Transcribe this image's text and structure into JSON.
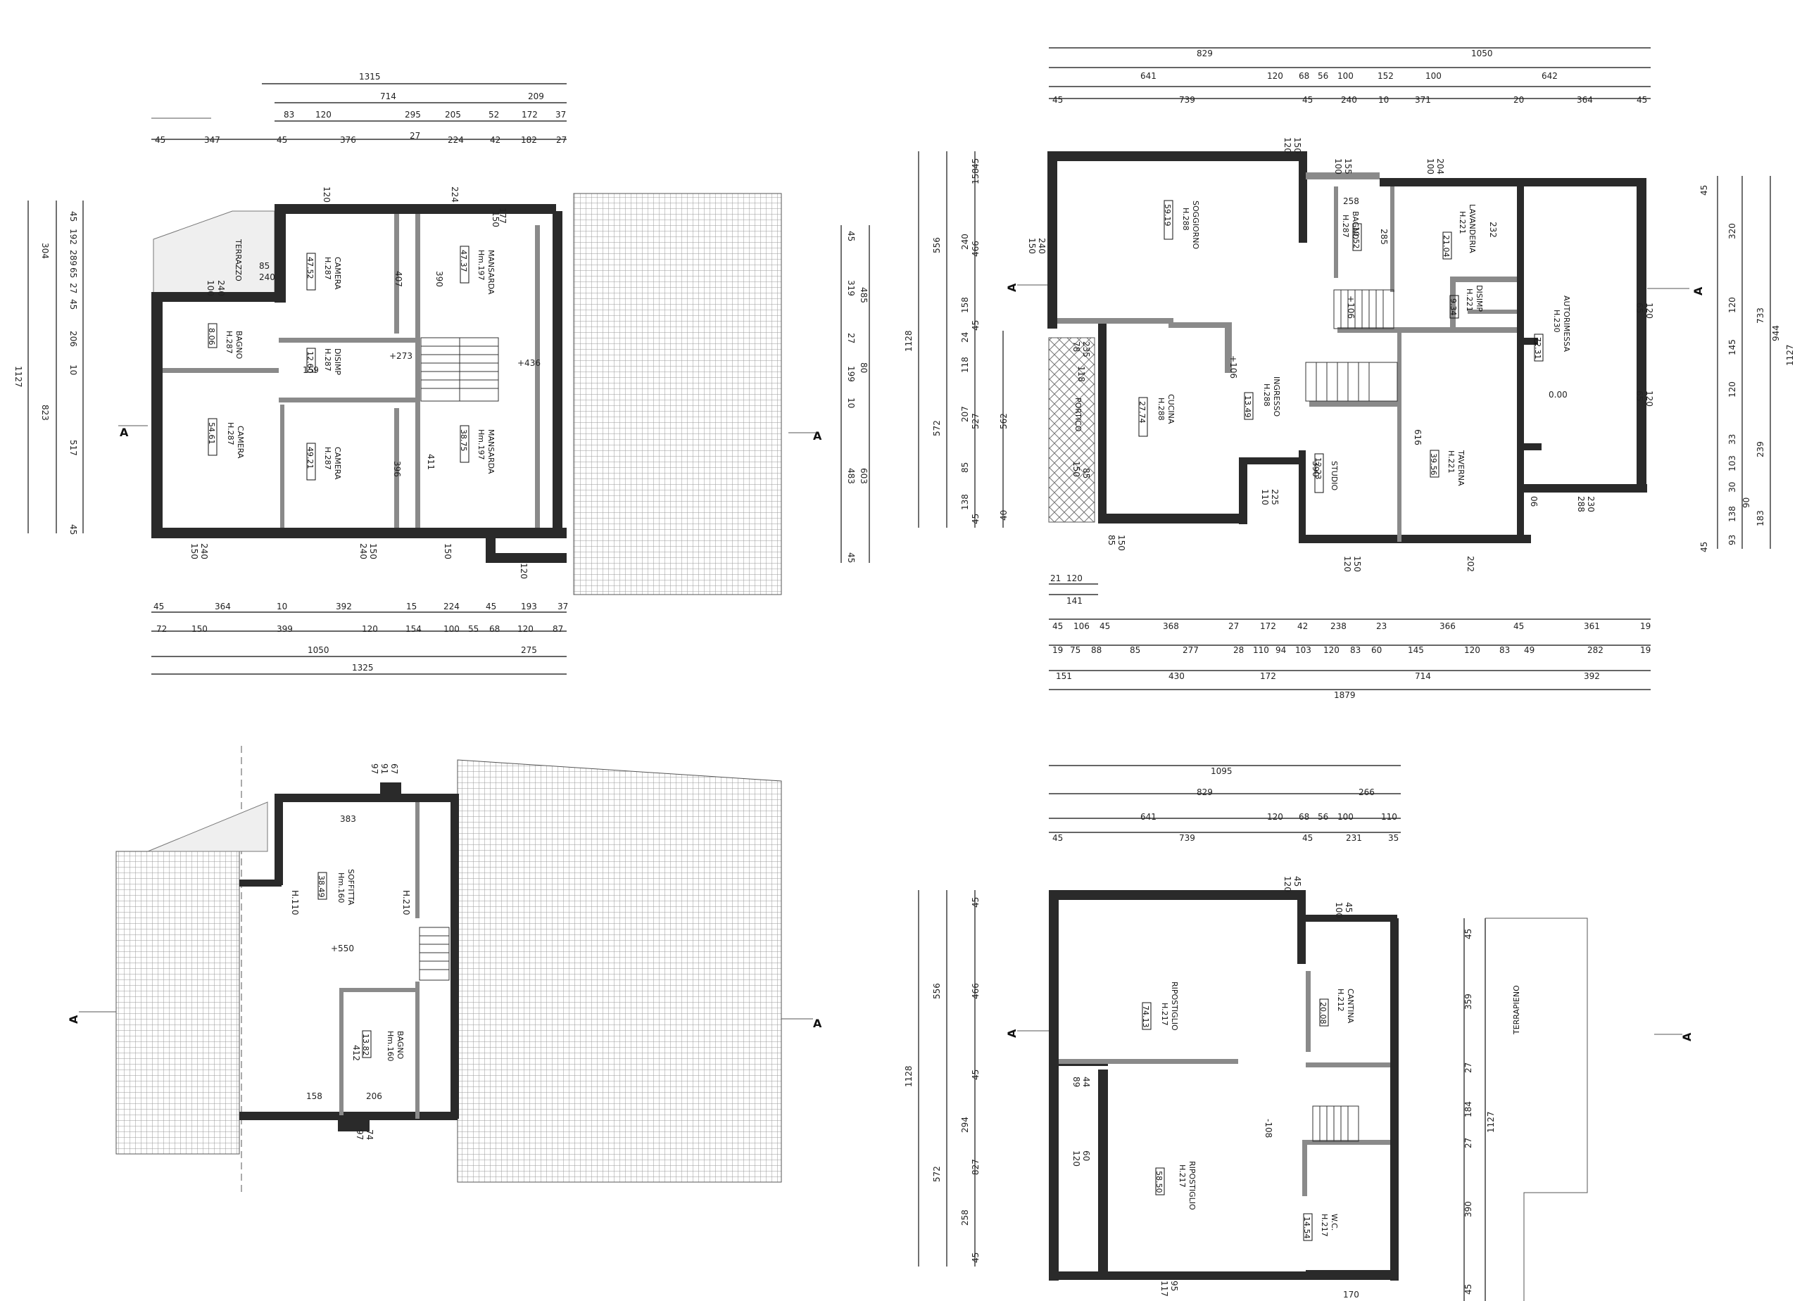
{
  "colors": {
    "wall": "#2a2a2a",
    "line": "#333333",
    "roof": "#9a9a9a"
  },
  "section_marker": "A",
  "plan_top_left": {
    "dims_top": {
      "overall": "1315",
      "row1": [
        "714",
        "209"
      ],
      "row2": [
        "83",
        "120",
        "295",
        "205",
        "52",
        "172",
        "37"
      ],
      "row3": [
        "45",
        "347",
        "45",
        "376",
        "27",
        "224",
        "42",
        "182",
        "27"
      ]
    },
    "dims_left": [
      "45",
      "192",
      "289",
      "65",
      "27",
      "304",
      "45",
      "206",
      "10",
      "823",
      "517",
      "45",
      "1127"
    ],
    "dims_right": [
      "45",
      "319",
      "485",
      "27",
      "80",
      "199",
      "10",
      "483",
      "603",
      "45"
    ],
    "dims_bottom": {
      "row1": [
        "45",
        "364",
        "10",
        "392",
        "15",
        "224",
        "45",
        "193",
        "37"
      ],
      "row2": [
        "72",
        "150",
        "399",
        "120",
        "154",
        "100",
        "55",
        "68",
        "120",
        "87"
      ],
      "row3": [
        "1050",
        "275"
      ],
      "overall": "1325"
    },
    "rooms": [
      {
        "name": "TERRAZZO",
        "h": "",
        "area": ""
      },
      {
        "name": "BAGNO",
        "h": "H.287",
        "area": "8.06"
      },
      {
        "name": "CAMERA",
        "h": "H.287",
        "area": "54.61"
      },
      {
        "name": "CAMERA",
        "h": "H.287",
        "area": "47.52"
      },
      {
        "name": "DISIMP",
        "h": "H.287",
        "area": "12.60"
      },
      {
        "name": "CAMERA",
        "h": "H.287",
        "area": "49.21"
      },
      {
        "name": "MANSARDA",
        "h": "Hm.197",
        "area": "47.37"
      },
      {
        "name": "MANSARDA",
        "h": "Hm.197",
        "area": "38.75"
      }
    ],
    "labels": [
      "85",
      "240",
      "100",
      "240",
      "120",
      "407",
      "390",
      "150",
      "224",
      "177",
      "159",
      "+273",
      "+436",
      "411",
      "396",
      "150",
      "240",
      "240",
      "150",
      "150",
      "120"
    ]
  },
  "plan_top_right": {
    "dims_top": {
      "overall": "1050",
      "row1": [
        "829"
      ],
      "row2": [
        "641",
        "120",
        "68",
        "56",
        "100",
        "152",
        "100",
        "642"
      ],
      "row3": [
        "45",
        "739",
        "45",
        "240",
        "10",
        "371",
        "20",
        "364",
        "45"
      ]
    },
    "dims_left": [
      "45",
      "158",
      "556",
      "240",
      "466",
      "158",
      "45",
      "1128",
      "24",
      "118",
      "572",
      "207",
      "527",
      "562",
      "85",
      "138",
      "45",
      "40"
    ],
    "dims_right": [
      "45",
      "320",
      "733",
      "120",
      "944",
      "145",
      "1127",
      "120",
      "239",
      "33",
      "103",
      "30",
      "90",
      "138",
      "93",
      "45",
      "183"
    ],
    "dims_bottom": {
      "row1": [
        "45",
        "106",
        "45",
        "368",
        "27",
        "172",
        "42",
        "238",
        "23",
        "366",
        "45",
        "361",
        "19"
      ],
      "row2": [
        "19",
        "75",
        "88",
        "85",
        "277",
        "28",
        "110",
        "94",
        "103",
        "120",
        "83",
        "60",
        "145",
        "120",
        "83",
        "49",
        "282",
        "19"
      ],
      "row3": [
        "151",
        "430",
        "172",
        "714",
        "392"
      ],
      "overall": "1879",
      "small": [
        "120",
        "21",
        "141"
      ]
    },
    "rooms": [
      {
        "name": "SOGGIORNO",
        "h": "H.288",
        "area": "59.19"
      },
      {
        "name": "BAGNO",
        "h": "H.287",
        "area": "10.52"
      },
      {
        "name": "LAVANDERIA",
        "h": "H.221",
        "area": "21.04"
      },
      {
        "name": "DISIMP",
        "h": "H.221",
        "area": "9.34"
      },
      {
        "name": "AUTORIMESSA",
        "h": "H.230",
        "area": "72.31"
      },
      {
        "name": "CUCINA",
        "h": "H.288",
        "area": "27.74"
      },
      {
        "name": "INGRESSO",
        "h": "H.288",
        "area": "13.49"
      },
      {
        "name": "STUDIO",
        "h": "",
        "area": "12.23"
      },
      {
        "name": "TAVERNA",
        "h": "H.221",
        "area": "39.56"
      },
      {
        "name": "PORTICO",
        "h": "",
        "area": ""
      }
    ],
    "labels": [
      "120",
      "150",
      "100",
      "155",
      "100",
      "204",
      "258",
      "285",
      "232",
      "+106",
      "150",
      "240",
      "78",
      "235",
      "118",
      "+106",
      "390",
      "616",
      "150",
      "85",
      "110",
      "225",
      "85",
      "150",
      "120",
      "150",
      "202",
      "06",
      "0.00",
      "288",
      "230",
      "65",
      "120",
      "65",
      "120"
    ]
  },
  "plan_bottom_left": {
    "rooms": [
      {
        "name": "SOFFITTA",
        "h": "Hm.160",
        "area": "38.49"
      },
      {
        "name": "BAGNO",
        "h": "Hm.160",
        "area": "13.82"
      }
    ],
    "labels": [
      "97",
      "91",
      "67",
      "383",
      "H.110",
      "H.210",
      "+550",
      "158",
      "206",
      "412",
      "97",
      "74"
    ]
  },
  "plan_bottom_right": {
    "dims_top": {
      "overall": "1095",
      "row1": [
        "829",
        "266"
      ],
      "row2": [
        "641",
        "120",
        "68",
        "56",
        "100",
        "110"
      ],
      "row3": [
        "45",
        "739",
        "45",
        "231",
        "35"
      ]
    },
    "dims_left": [
      "45",
      "556",
      "466",
      "45",
      "1128",
      "294",
      "572",
      "827",
      "258",
      "45"
    ],
    "dims_right": [
      "45",
      "359",
      "27",
      "184",
      "1127",
      "27",
      "390",
      "45"
    ],
    "rooms": [
      {
        "name": "RIPOSTIGLIO",
        "h": "H.217",
        "area": "74.13"
      },
      {
        "name": "CANTINA",
        "h": "H.212",
        "area": "20.08"
      },
      {
        "name": "RIPOSTIGLIO",
        "h": "H.217",
        "area": "58.50"
      },
      {
        "name": "W.C.",
        "h": "H.217",
        "area": "14.54"
      },
      {
        "name": "TERRAPIENO",
        "h": "",
        "area": ""
      }
    ],
    "labels": [
      "120",
      "45",
      "100",
      "45",
      "89",
      "44",
      "120",
      "60",
      "-108",
      "117",
      "95",
      "170"
    ]
  }
}
